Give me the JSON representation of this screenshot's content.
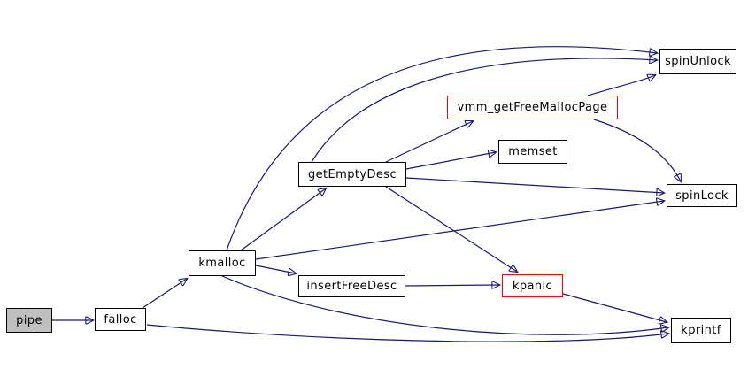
{
  "diagram": {
    "type": "call-graph",
    "colors": {
      "background": "#ffffff",
      "edge": "#191970",
      "node_border": "#000000",
      "highlight_border": "#ff0000",
      "root_node_fill": "#c0c0c0",
      "node_fill": "#ffffff",
      "text": "#000000"
    },
    "nodes": [
      {
        "id": "pipe",
        "label": "pipe",
        "style": "root"
      },
      {
        "id": "falloc",
        "label": "falloc",
        "style": "normal"
      },
      {
        "id": "kmalloc",
        "label": "kmalloc",
        "style": "normal"
      },
      {
        "id": "getEmptyDesc",
        "label": "getEmptyDesc",
        "style": "normal"
      },
      {
        "id": "insertFreeDesc",
        "label": "insertFreeDesc",
        "style": "normal"
      },
      {
        "id": "vmm_getFreeMallocPage",
        "label": "vmm_getFreeMallocPage",
        "style": "highlight"
      },
      {
        "id": "memset",
        "label": "memset",
        "style": "normal"
      },
      {
        "id": "spinUnlock",
        "label": "spinUnlock",
        "style": "normal"
      },
      {
        "id": "spinLock",
        "label": "spinLock",
        "style": "normal"
      },
      {
        "id": "kpanic",
        "label": "kpanic",
        "style": "highlight"
      },
      {
        "id": "kprintf",
        "label": "kprintf",
        "style": "normal"
      }
    ],
    "edges": [
      {
        "from": "pipe",
        "to": "falloc"
      },
      {
        "from": "falloc",
        "to": "kmalloc"
      },
      {
        "from": "falloc",
        "to": "kprintf"
      },
      {
        "from": "kmalloc",
        "to": "getEmptyDesc"
      },
      {
        "from": "kmalloc",
        "to": "insertFreeDesc"
      },
      {
        "from": "kmalloc",
        "to": "spinUnlock"
      },
      {
        "from": "kmalloc",
        "to": "spinLock"
      },
      {
        "from": "kmalloc",
        "to": "kprintf"
      },
      {
        "from": "getEmptyDesc",
        "to": "vmm_getFreeMallocPage"
      },
      {
        "from": "getEmptyDesc",
        "to": "memset"
      },
      {
        "from": "getEmptyDesc",
        "to": "spinUnlock"
      },
      {
        "from": "getEmptyDesc",
        "to": "spinLock"
      },
      {
        "from": "getEmptyDesc",
        "to": "kpanic"
      },
      {
        "from": "insertFreeDesc",
        "to": "kpanic"
      },
      {
        "from": "vmm_getFreeMallocPage",
        "to": "spinUnlock"
      },
      {
        "from": "vmm_getFreeMallocPage",
        "to": "spinLock"
      },
      {
        "from": "kpanic",
        "to": "kprintf"
      }
    ]
  }
}
